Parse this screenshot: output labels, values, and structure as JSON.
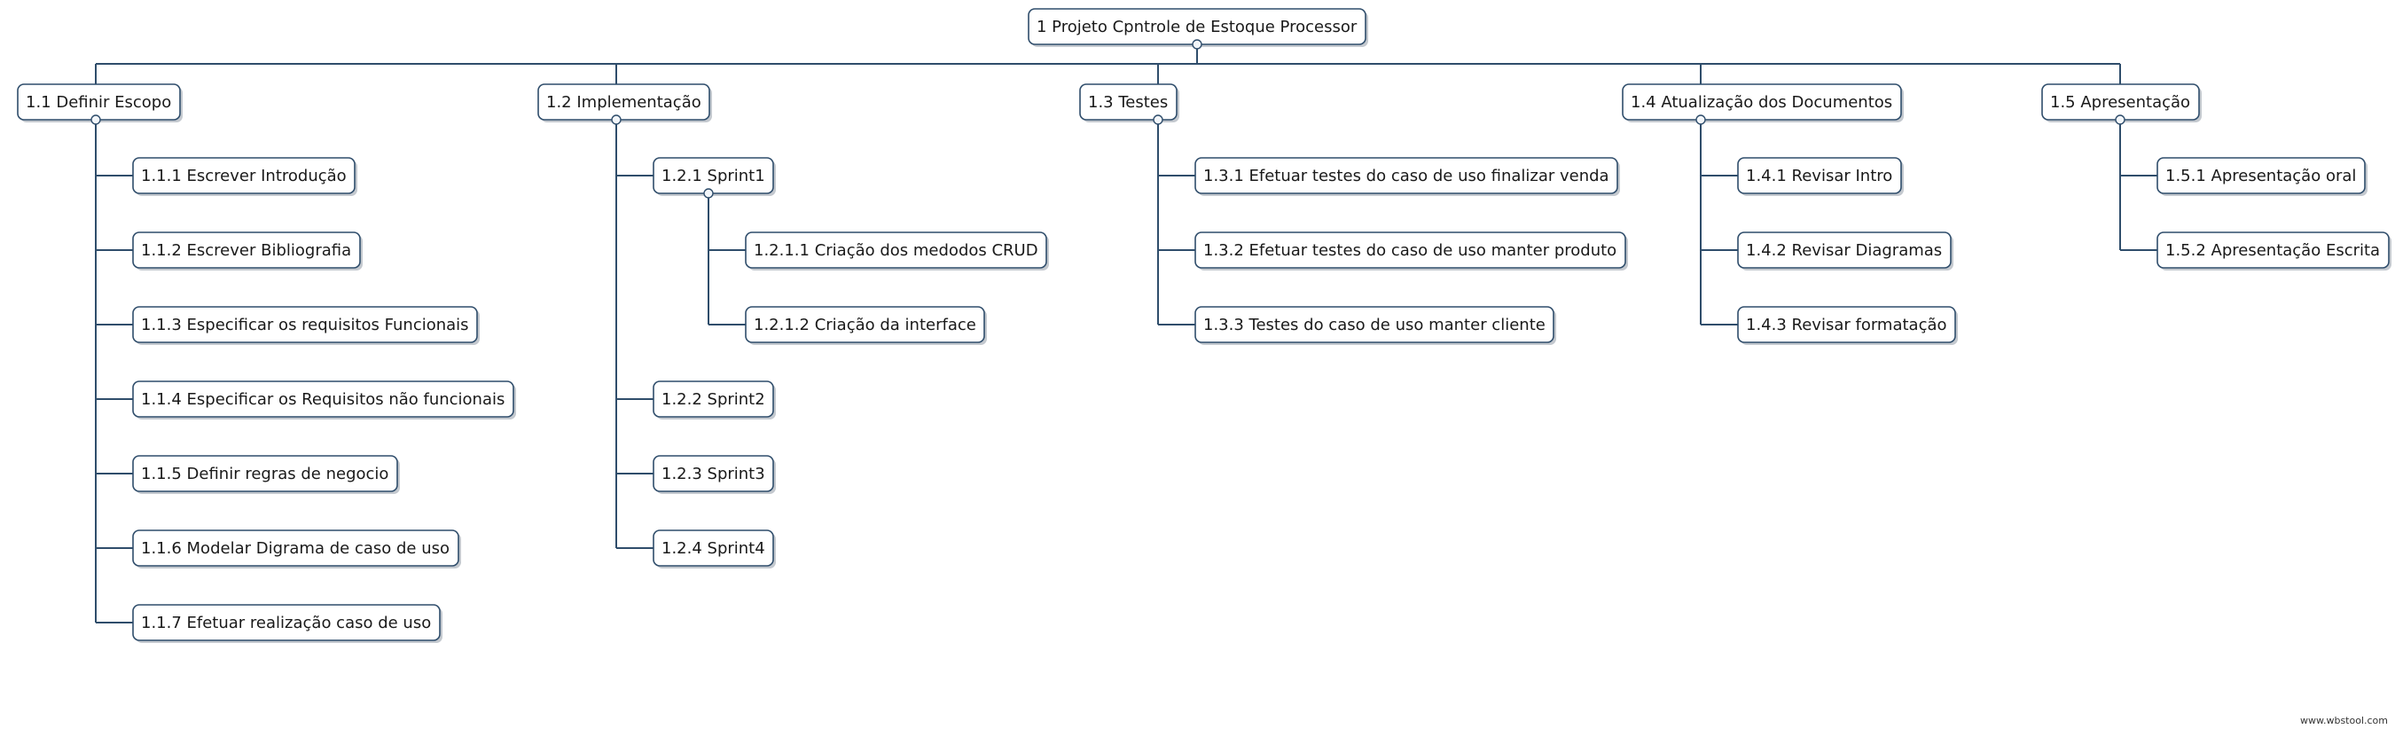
{
  "root": {
    "label": "1 Projeto Cpntrole de Estoque Processor",
    "children": [
      {
        "label": "1.1 Definir Escopo",
        "children": [
          {
            "label": "1.1.1 Escrever Introdução"
          },
          {
            "label": "1.1.2 Escrever Bibliografia"
          },
          {
            "label": "1.1.3 Especificar os requisitos Funcionais"
          },
          {
            "label": "1.1.4 Especificar os Requisitos não funcionais"
          },
          {
            "label": "1.1.5 Definir regras de negocio"
          },
          {
            "label": "1.1.6 Modelar Digrama de caso de uso"
          },
          {
            "label": "1.1.7 Efetuar realização caso de uso"
          }
        ]
      },
      {
        "label": "1.2 Implementação",
        "children": [
          {
            "label": "1.2.1 Sprint1",
            "children": [
              {
                "label": "1.2.1.1 Criação dos medodos CRUD"
              },
              {
                "label": "1.2.1.2 Criação da interface"
              }
            ]
          },
          {
            "label": "1.2.2 Sprint2"
          },
          {
            "label": "1.2.3 Sprint3"
          },
          {
            "label": "1.2.4 Sprint4"
          }
        ]
      },
      {
        "label": "1.3 Testes",
        "children": [
          {
            "label": "1.3.1 Efetuar testes do caso de uso finalizar venda"
          },
          {
            "label": "1.3.2 Efetuar testes do caso de uso manter produto"
          },
          {
            "label": "1.3.3 Testes do caso de uso manter cliente"
          }
        ]
      },
      {
        "label": "1.4 Atualização dos Documentos",
        "children": [
          {
            "label": "1.4.1 Revisar Intro"
          },
          {
            "label": "1.4.2 Revisar Diagramas"
          },
          {
            "label": "1.4.3 Revisar formatação"
          }
        ]
      },
      {
        "label": "1.5 Apresentação",
        "children": [
          {
            "label": "1.5.1 Apresentação oral"
          },
          {
            "label": "1.5.2 Apresentação Escrita"
          }
        ]
      }
    ]
  },
  "footer": {
    "text": "www.wbstool.com"
  },
  "colors": {
    "line": "#2f4d6b",
    "box_fill": "#ffffff",
    "shadow": "#c4c9cf",
    "text": "#1a1a1a"
  }
}
